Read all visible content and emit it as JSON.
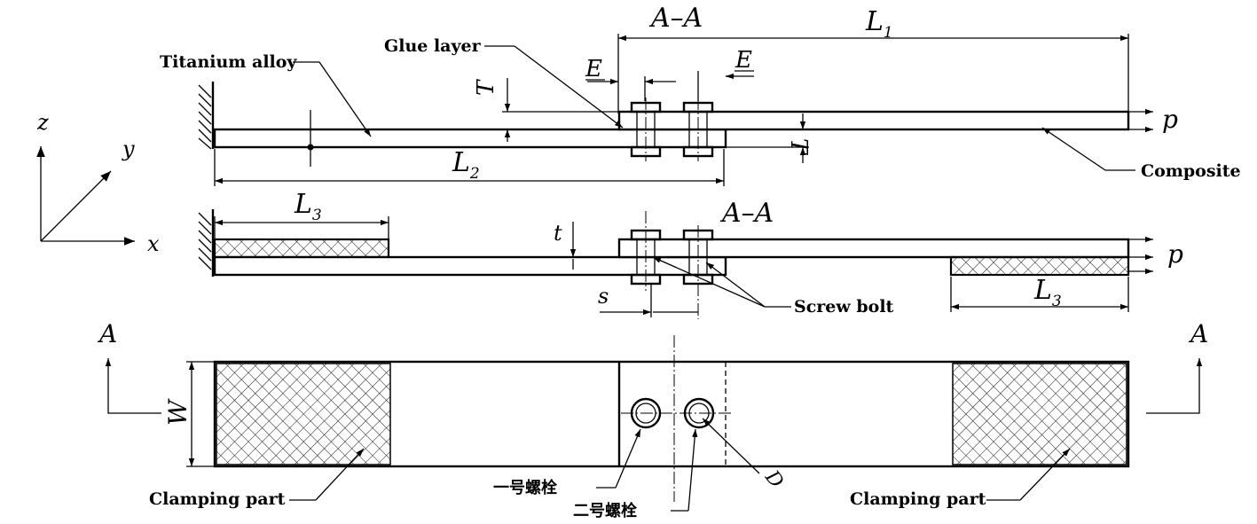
{
  "labels": {
    "titanium": "Titanium alloy",
    "glue": "Glue layer",
    "composite": "Composite",
    "screw": "Screw bolt",
    "clamp_left": "Clamping part",
    "clamp_right": "Clamping part",
    "bolt1": "一号螺栓",
    "bolt2": "二号螺栓"
  },
  "dims": {
    "L1": "L",
    "L1_sub": "1",
    "L2": "L",
    "L2_sub": "2",
    "L3": "L",
    "L3_sub": "3",
    "E": "E",
    "T": "T",
    "t": "t",
    "s": "s",
    "W": "W",
    "D": "D"
  },
  "section": {
    "aa_top": "A–A",
    "aa_mid": "A–A",
    "a_left": "A",
    "a_right": "A"
  },
  "axes": {
    "x": "x",
    "y": "y",
    "z": "z"
  },
  "load": {
    "p_top": "p",
    "p_mid": "p"
  }
}
